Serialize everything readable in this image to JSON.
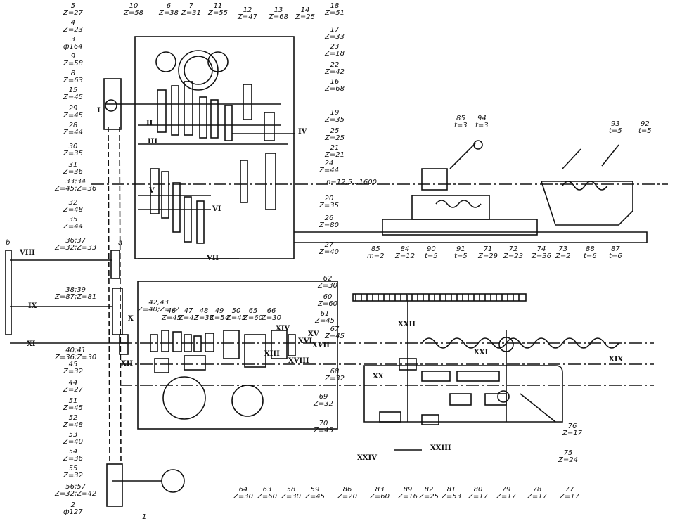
{
  "spindle_speed_note": "n=12,5...1600",
  "labels": [
    {
      "num": "5",
      "val": "Z=27"
    },
    {
      "num": "4",
      "val": "Z=23"
    },
    {
      "num": "3",
      "val": "ф164"
    },
    {
      "num": "9",
      "val": "Z=58"
    },
    {
      "num": "8",
      "val": "Z=63"
    },
    {
      "num": "15",
      "val": "Z=45"
    },
    {
      "num": "29",
      "val": "Z=45"
    },
    {
      "num": "28",
      "val": "Z=44"
    },
    {
      "num": "30",
      "val": "Z=35"
    },
    {
      "num": "31",
      "val": "Z=36"
    },
    {
      "num": "33;34",
      "val": "Z=45;Z=36"
    },
    {
      "num": "32",
      "val": "Z=48"
    },
    {
      "num": "35",
      "val": "Z=44"
    },
    {
      "num": "36;37",
      "val": "Z=32;Z=33"
    },
    {
      "num": "38;39",
      "val": "Z=87;Z=81"
    },
    {
      "num": "40;41",
      "val": "Z=36;Z=30"
    },
    {
      "num": "45",
      "val": "Z=32"
    },
    {
      "num": "44",
      "val": "Z=27"
    },
    {
      "num": "51",
      "val": "Z=45"
    },
    {
      "num": "52",
      "val": "Z=48"
    },
    {
      "num": "53",
      "val": "Z=40"
    },
    {
      "num": "54",
      "val": "Z=36"
    },
    {
      "num": "55",
      "val": "Z=32"
    },
    {
      "num": "56;57",
      "val": "Z=32;Z=42"
    },
    {
      "num": "2",
      "val": "ф127"
    },
    {
      "num": "10",
      "val": "Z=58"
    },
    {
      "num": "6",
      "val": "Z=38"
    },
    {
      "num": "7",
      "val": "Z=31"
    },
    {
      "num": "11",
      "val": "Z=55"
    },
    {
      "num": "12",
      "val": "Z=47"
    },
    {
      "num": "13",
      "val": "Z=68"
    },
    {
      "num": "14",
      "val": "Z=25"
    },
    {
      "num": "18",
      "val": "Z=51"
    },
    {
      "num": "17",
      "val": "Z=33"
    },
    {
      "num": "23",
      "val": "Z=18"
    },
    {
      "num": "22",
      "val": "Z=42"
    },
    {
      "num": "16",
      "val": "Z=68"
    },
    {
      "num": "19",
      "val": "Z=35"
    },
    {
      "num": "25",
      "val": "Z=25"
    },
    {
      "num": "21",
      "val": "Z=21"
    },
    {
      "num": "24",
      "val": "Z=44"
    },
    {
      "num": "20",
      "val": "Z=35"
    },
    {
      "num": "26",
      "val": "Z=80"
    },
    {
      "num": "27",
      "val": "Z=40"
    },
    {
      "num": "62",
      "val": "Z=30"
    },
    {
      "num": "60",
      "val": "Z=60"
    },
    {
      "num": "61",
      "val": "Z=45"
    },
    {
      "num": "67",
      "val": "Z=45"
    },
    {
      "num": "68",
      "val": "Z=32"
    },
    {
      "num": "69",
      "val": "Z=32"
    },
    {
      "num": "70",
      "val": "Z=45"
    },
    {
      "num": "42,43",
      "val": "Z=40;Z=32"
    },
    {
      "num": "46",
      "val": "Z=45"
    },
    {
      "num": "47",
      "val": "Z=42"
    },
    {
      "num": "48",
      "val": "Z=38"
    },
    {
      "num": "49",
      "val": "Z=54"
    },
    {
      "num": "50",
      "val": "Z=45"
    },
    {
      "num": "65",
      "val": "Z=60"
    },
    {
      "num": "66",
      "val": "Z=30"
    },
    {
      "num": "64",
      "val": "Z=30"
    },
    {
      "num": "63",
      "val": "Z=60"
    },
    {
      "num": "58",
      "val": "Z=30"
    },
    {
      "num": "59",
      "val": "Z=45"
    },
    {
      "num": "85",
      "val": "t=3"
    },
    {
      "num": "94",
      "val": "t=3"
    },
    {
      "num": "93",
      "val": "t=5"
    },
    {
      "num": "92",
      "val": "t=5"
    },
    {
      "num": "85",
      "val": "m=2"
    },
    {
      "num": "84",
      "val": "Z=12"
    },
    {
      "num": "90",
      "val": "t=5"
    },
    {
      "num": "91",
      "val": "t=5"
    },
    {
      "num": "71",
      "val": "Z=29"
    },
    {
      "num": "72",
      "val": "Z=23"
    },
    {
      "num": "74",
      "val": "Z=36"
    },
    {
      "num": "73",
      "val": "Z=2"
    },
    {
      "num": "88",
      "val": "t=6"
    },
    {
      "num": "87",
      "val": "t=6"
    },
    {
      "num": "76",
      "val": "Z=17"
    },
    {
      "num": "75",
      "val": "Z=24"
    },
    {
      "num": "86",
      "val": "Z=20"
    },
    {
      "num": "83",
      "val": "Z=60"
    },
    {
      "num": "89",
      "val": "Z=16"
    },
    {
      "num": "82",
      "val": "Z=25"
    },
    {
      "num": "81",
      "val": "Z=53"
    },
    {
      "num": "80",
      "val": "Z=17"
    },
    {
      "num": "79",
      "val": "Z=17"
    },
    {
      "num": "78",
      "val": "Z=17"
    },
    {
      "num": "77",
      "val": "Z=17"
    }
  ],
  "shafts": [
    "I",
    "II",
    "III",
    "IV",
    "V",
    "VI",
    "VII",
    "VIII",
    "IX",
    "X",
    "XI",
    "XII",
    "XIII",
    "XIV",
    "XV",
    "XVI",
    "XVII",
    "XVIII",
    "XIX",
    "XX",
    "XXI",
    "XXII",
    "XXIII",
    "XXIV"
  ],
  "misc": [
    "a",
    "b",
    "1"
  ]
}
